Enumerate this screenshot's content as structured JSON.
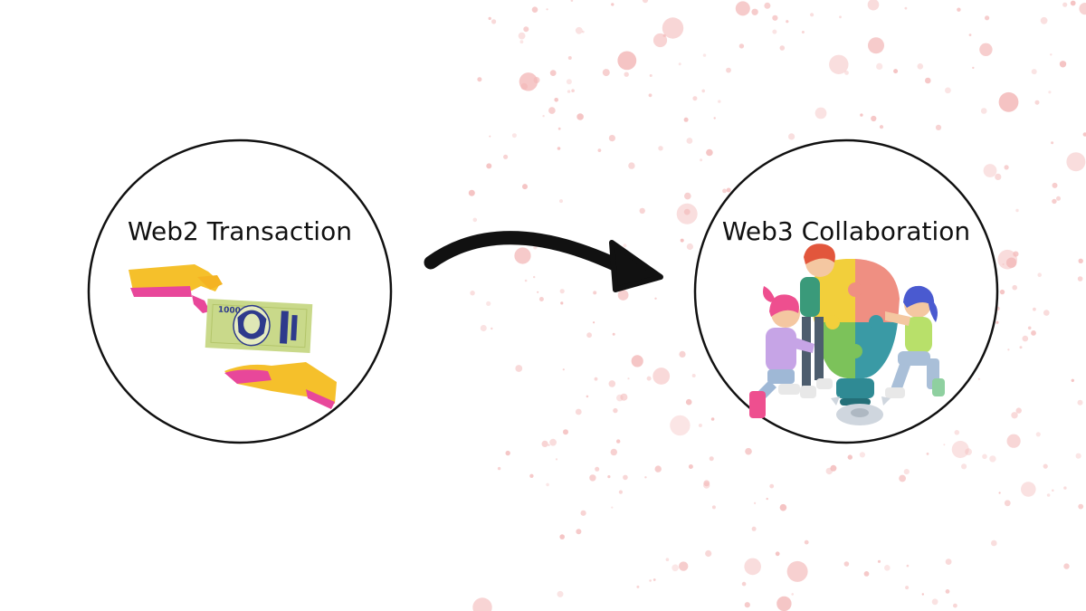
{
  "left_node": {
    "label": "Web2 Transaction",
    "illustration": "hands-exchanging-banknote",
    "banknote_text": "1000"
  },
  "right_node": {
    "label": "Web3 Collaboration",
    "illustration": "people-assembling-lightbulb-puzzle"
  },
  "connector": {
    "type": "curved-arrow",
    "direction": "left-to-right"
  },
  "colors": {
    "splatter": "#f3b9b9",
    "hand_yellow": "#f5c02b",
    "hand_pink": "#e8479a",
    "banknote_green": "#c9d98a",
    "banknote_blue": "#2e3a8c",
    "puzzle_red": "#ef8f82",
    "puzzle_yellow": "#f2cf3b",
    "puzzle_green": "#7cc25a",
    "puzzle_teal": "#3a9aa5",
    "outline": "#111111"
  }
}
